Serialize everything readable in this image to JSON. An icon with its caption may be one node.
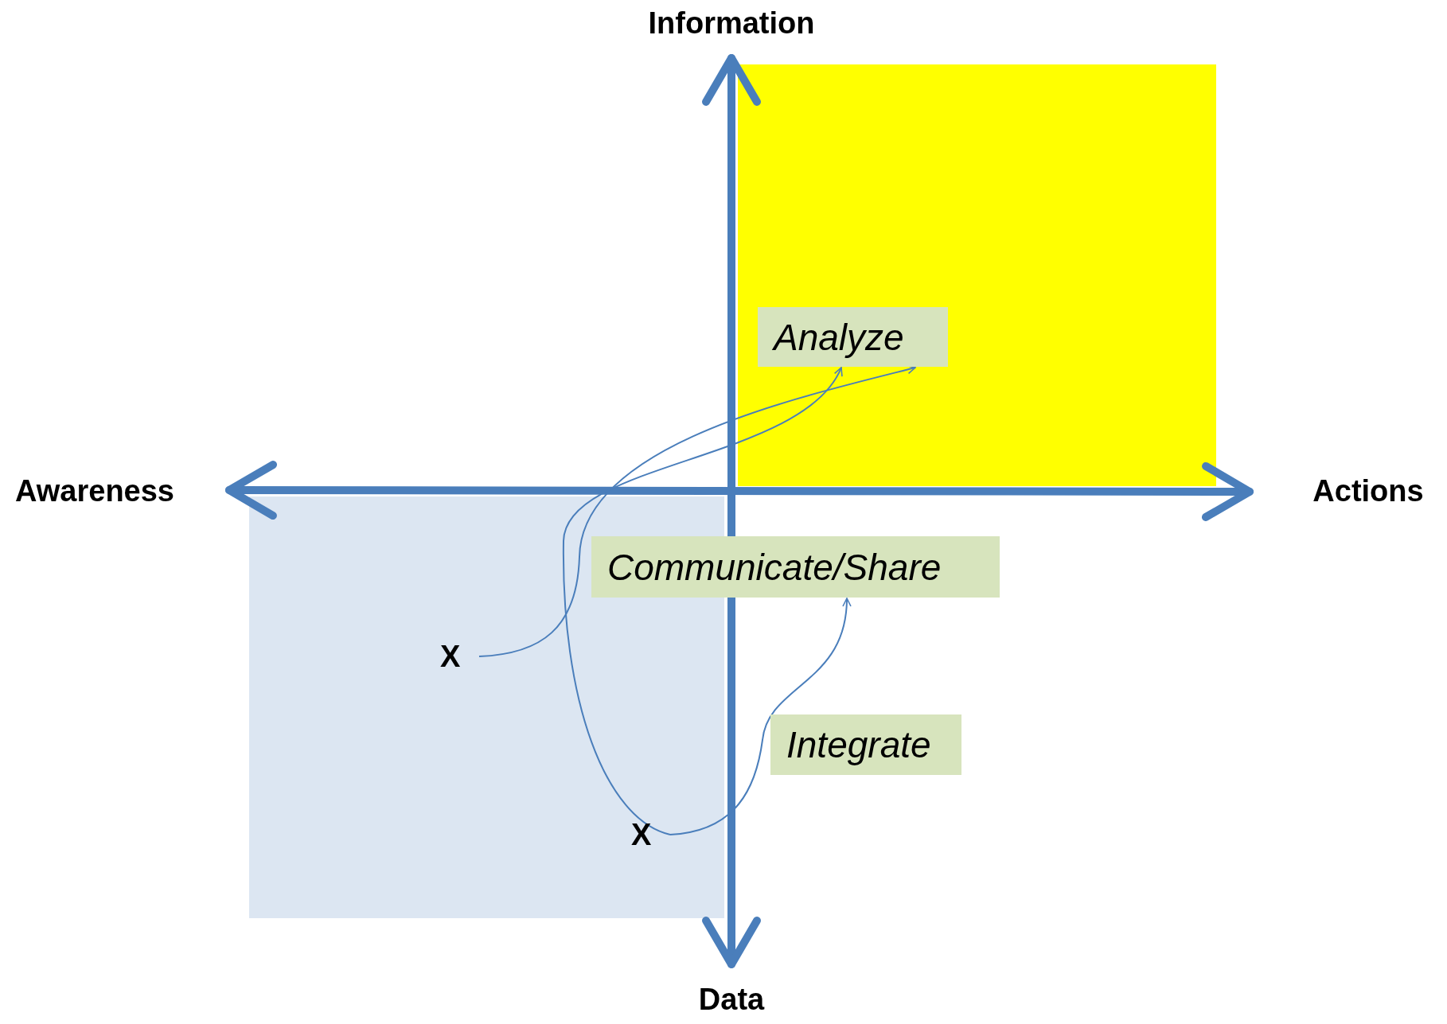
{
  "diagram": {
    "nodes": [
      {
        "text": [
          "Analyze"
        ]
      },
      {
        "text": [
          "Communicate/Share"
        ]
      },
      {
        "text": [
          "X"
        ]
      },
      {
        "text": [
          "Integrate"
        ]
      },
      {
        "text": [
          "X"
        ]
      }
    ],
    "edges": [
      {
        "from": 2,
        "to": 0,
        "arrow": "to"
      },
      {
        "from": 4,
        "to": 0,
        "arrow": "to"
      },
      {
        "from": 4,
        "to": 1,
        "arrow": "to"
      }
    ],
    "labels": [
      "Information",
      "Awareness",
      "Actions",
      "Data"
    ]
  }
}
